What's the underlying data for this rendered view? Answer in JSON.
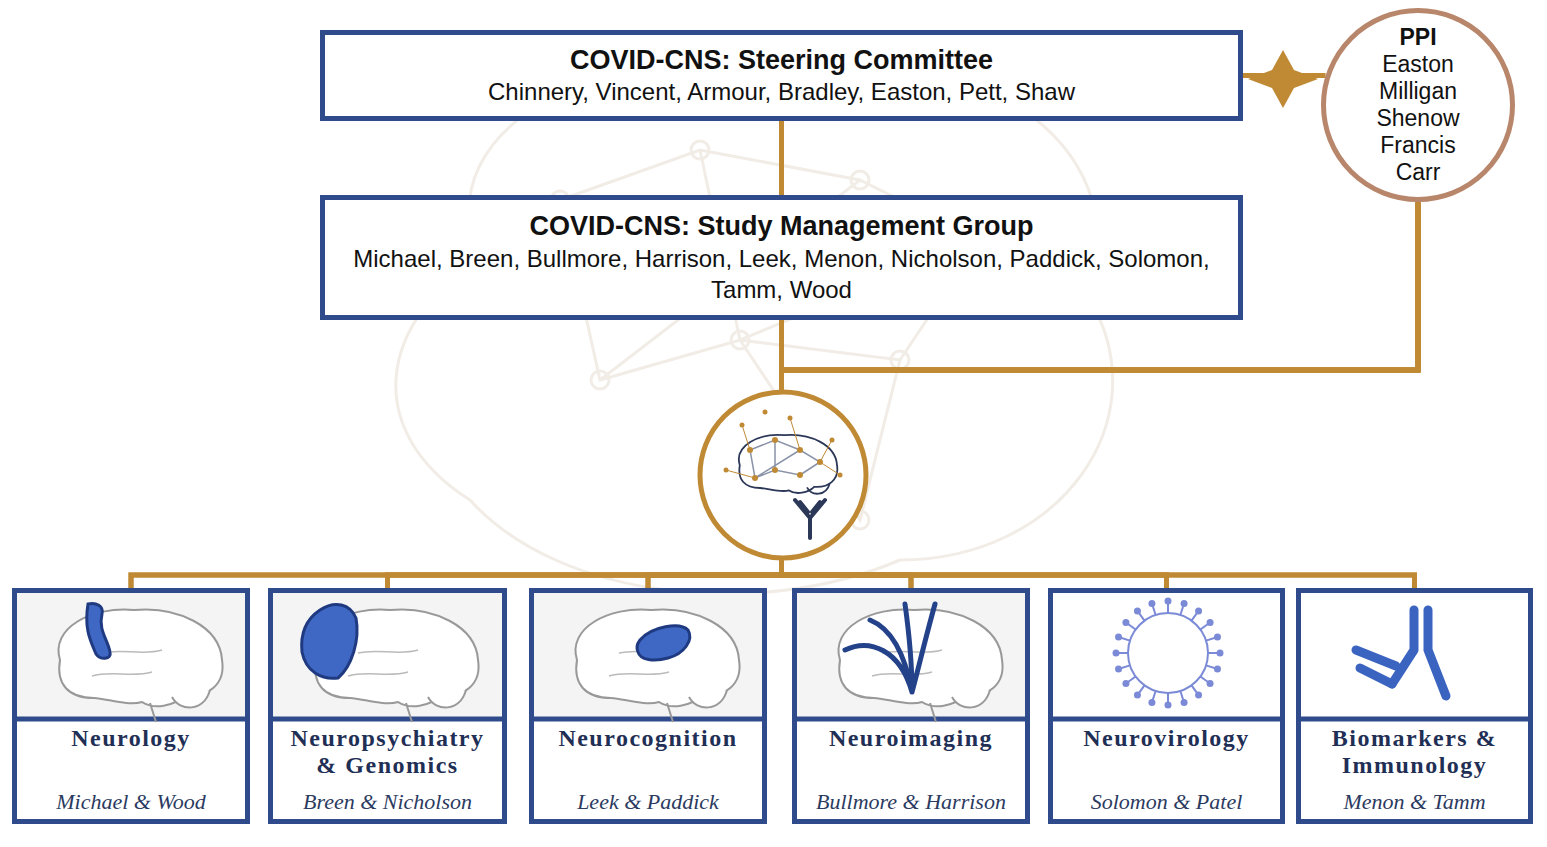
{
  "diagram": {
    "nodes": [
      {
        "text": [
          "COVID-CNS: Steering Committee",
          "Chinnery, Vincent, Armour, Bradley, Easton, Pett, Shaw"
        ]
      },
      {
        "text": [
          "PPI",
          "Easton Milligan Shenow Francis Carr"
        ]
      },
      {
        "text": [
          "COVID-CNS: Study Management Group",
          "Michael, Breen, Bullmore, Harrison, Leek, Menon, Nicholson, Paddick, Solomon, Tamm, Wood"
        ]
      },
      {
        "text": [
          "Neurology",
          "Michael & Wood"
        ]
      },
      {
        "text": [
          "Neuropsychiatry & Genomics",
          "Breen & Nicholson"
        ]
      },
      {
        "text": [
          "Neurocognition",
          "Leek & Paddick"
        ]
      },
      {
        "text": [
          "Neuroimaging",
          "Bullmore & Harrison"
        ]
      },
      {
        "text": [
          "Neurovirology",
          "Solomon & Patel"
        ]
      },
      {
        "text": [
          "Biomarkers & Immunology",
          "Menon & Tamm"
        ]
      }
    ],
    "edges": [
      {
        "from": 0,
        "to": 2,
        "arrow": "none"
      },
      {
        "from": 0,
        "to": 1,
        "arrow": "none"
      },
      {
        "from": 2,
        "to": 3,
        "arrow": "none"
      },
      {
        "from": 2,
        "to": 4,
        "arrow": "none"
      },
      {
        "from": 2,
        "to": 5,
        "arrow": "none"
      },
      {
        "from": 2,
        "to": 6,
        "arrow": "none"
      },
      {
        "from": 2,
        "to": 7,
        "arrow": "none"
      },
      {
        "from": 2,
        "to": 8,
        "arrow": "none"
      },
      {
        "from": 1,
        "to": 3,
        "arrow": "none"
      },
      {
        "from": 1,
        "to": 4,
        "arrow": "none"
      },
      {
        "from": 1,
        "to": 5,
        "arrow": "none"
      },
      {
        "from": 1,
        "to": 6,
        "arrow": "none"
      },
      {
        "from": 1,
        "to": 7,
        "arrow": "none"
      },
      {
        "from": 1,
        "to": 8,
        "arrow": "none"
      }
    ]
  }
}
